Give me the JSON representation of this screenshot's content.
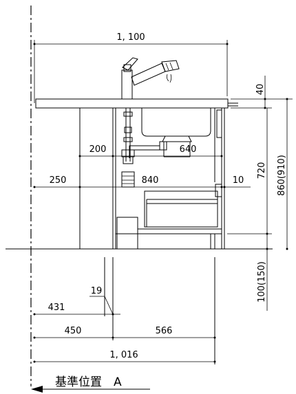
{
  "dimensions": {
    "width_top": "1, 100",
    "counter_thickness": "40",
    "height_total": "860(910)",
    "height_cabinet": "720",
    "d200": "200",
    "d640": "640",
    "d250": "250",
    "d840": "840",
    "d10": "10",
    "floor_gap": "100(150)",
    "d19": "19",
    "d431": "431",
    "d450": "450",
    "d566": "566",
    "width_bottom": "1, 016"
  },
  "reference": {
    "label": "基準位置　A"
  }
}
